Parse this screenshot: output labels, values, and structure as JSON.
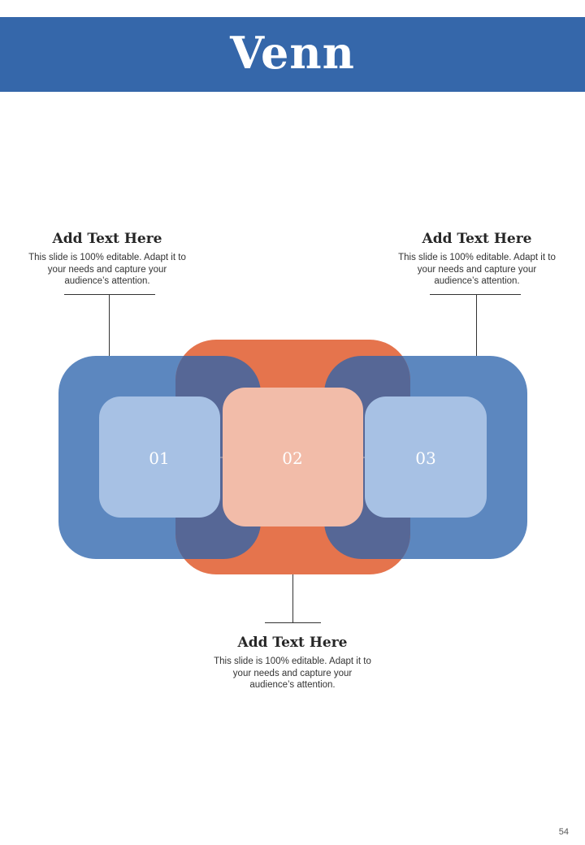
{
  "header": {
    "title": "Venn"
  },
  "callouts": [
    {
      "heading": "Add Text Here",
      "body": "This slide is 100% editable. Adapt it to your needs and capture your audience’s attention."
    },
    {
      "heading": "Add Text Here",
      "body": "This slide is 100% editable. Adapt it to your needs and capture your audience’s attention."
    },
    {
      "heading": "Add Text Here",
      "body": "This slide is 100% editable. Adapt it to your needs and capture your audience’s attention."
    }
  ],
  "venn": {
    "items": [
      {
        "label": "01"
      },
      {
        "label": "02"
      },
      {
        "label": "03"
      }
    ],
    "colors": {
      "blue_outer": "#5c87bf",
      "orange_outer": "#e5744d",
      "overlap": "#566796",
      "blue_inner": "#a7c1e4",
      "peach_inner": "#f2bca9"
    }
  },
  "footer": {
    "page_number": "54"
  }
}
